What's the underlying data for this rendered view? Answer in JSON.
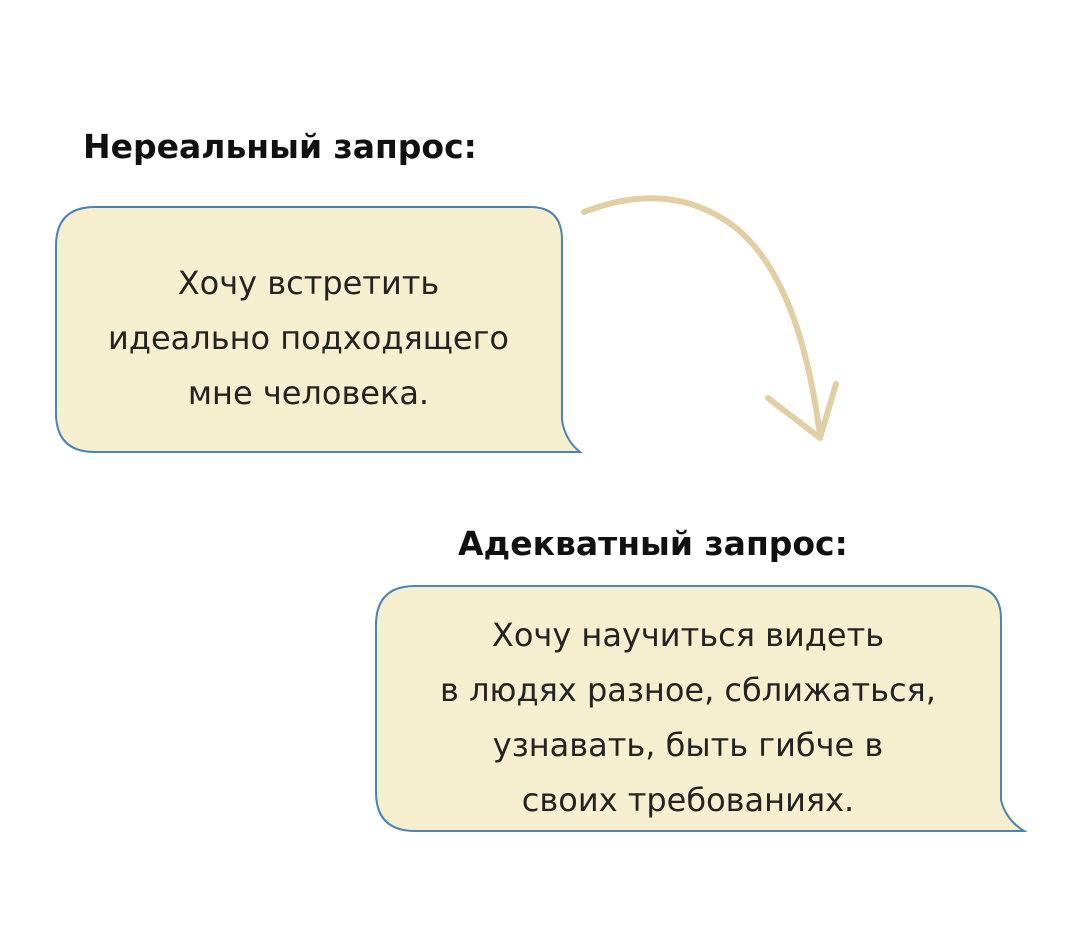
{
  "colors": {
    "bubble_fill": "#f6efcf",
    "bubble_stroke": "#4a83b6",
    "arrow": "#e2cfa3",
    "text": "#232323",
    "heading": "#111111"
  },
  "unrealistic": {
    "heading": "Нереальный запрос:",
    "lines": [
      "Хочу встретить",
      "идеально подходящего",
      "мне человека."
    ]
  },
  "adequate": {
    "heading": "Адекватный запрос:",
    "lines": [
      "Хочу научиться видеть",
      "в людях разное, сближаться,",
      "узнавать, быть гибче в",
      "своих требованиях."
    ]
  },
  "connector_icon": "curved-arrow-down-icon"
}
